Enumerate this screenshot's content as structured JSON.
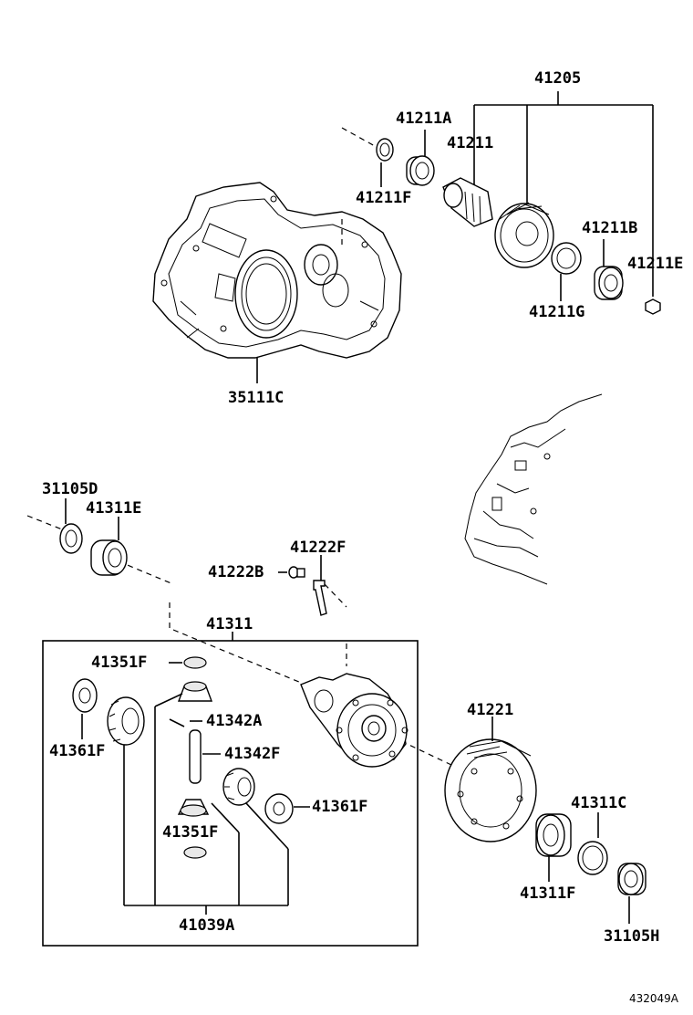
{
  "labels": {
    "p41205": "41205",
    "p41211A": "41211A",
    "p41211": "41211",
    "p41211F": "41211F",
    "p41211B": "41211B",
    "p41211E": "41211E",
    "p41211G": "41211G",
    "p35111C": "35111C",
    "p31105D": "31105D",
    "p41311E": "41311E",
    "p41222F": "41222F",
    "p41222B": "41222B",
    "p41311": "41311",
    "p41351F_a": "41351F",
    "p41342A": "41342A",
    "p41342F": "41342F",
    "p41361F_a": "41361F",
    "p41361F_b": "41361F",
    "p41351F_b": "41351F",
    "p41039A": "41039A",
    "p41221": "41221",
    "p41311C": "41311C",
    "p41311F": "41311F",
    "p31105H": "31105H",
    "figure_code": "432049A"
  }
}
